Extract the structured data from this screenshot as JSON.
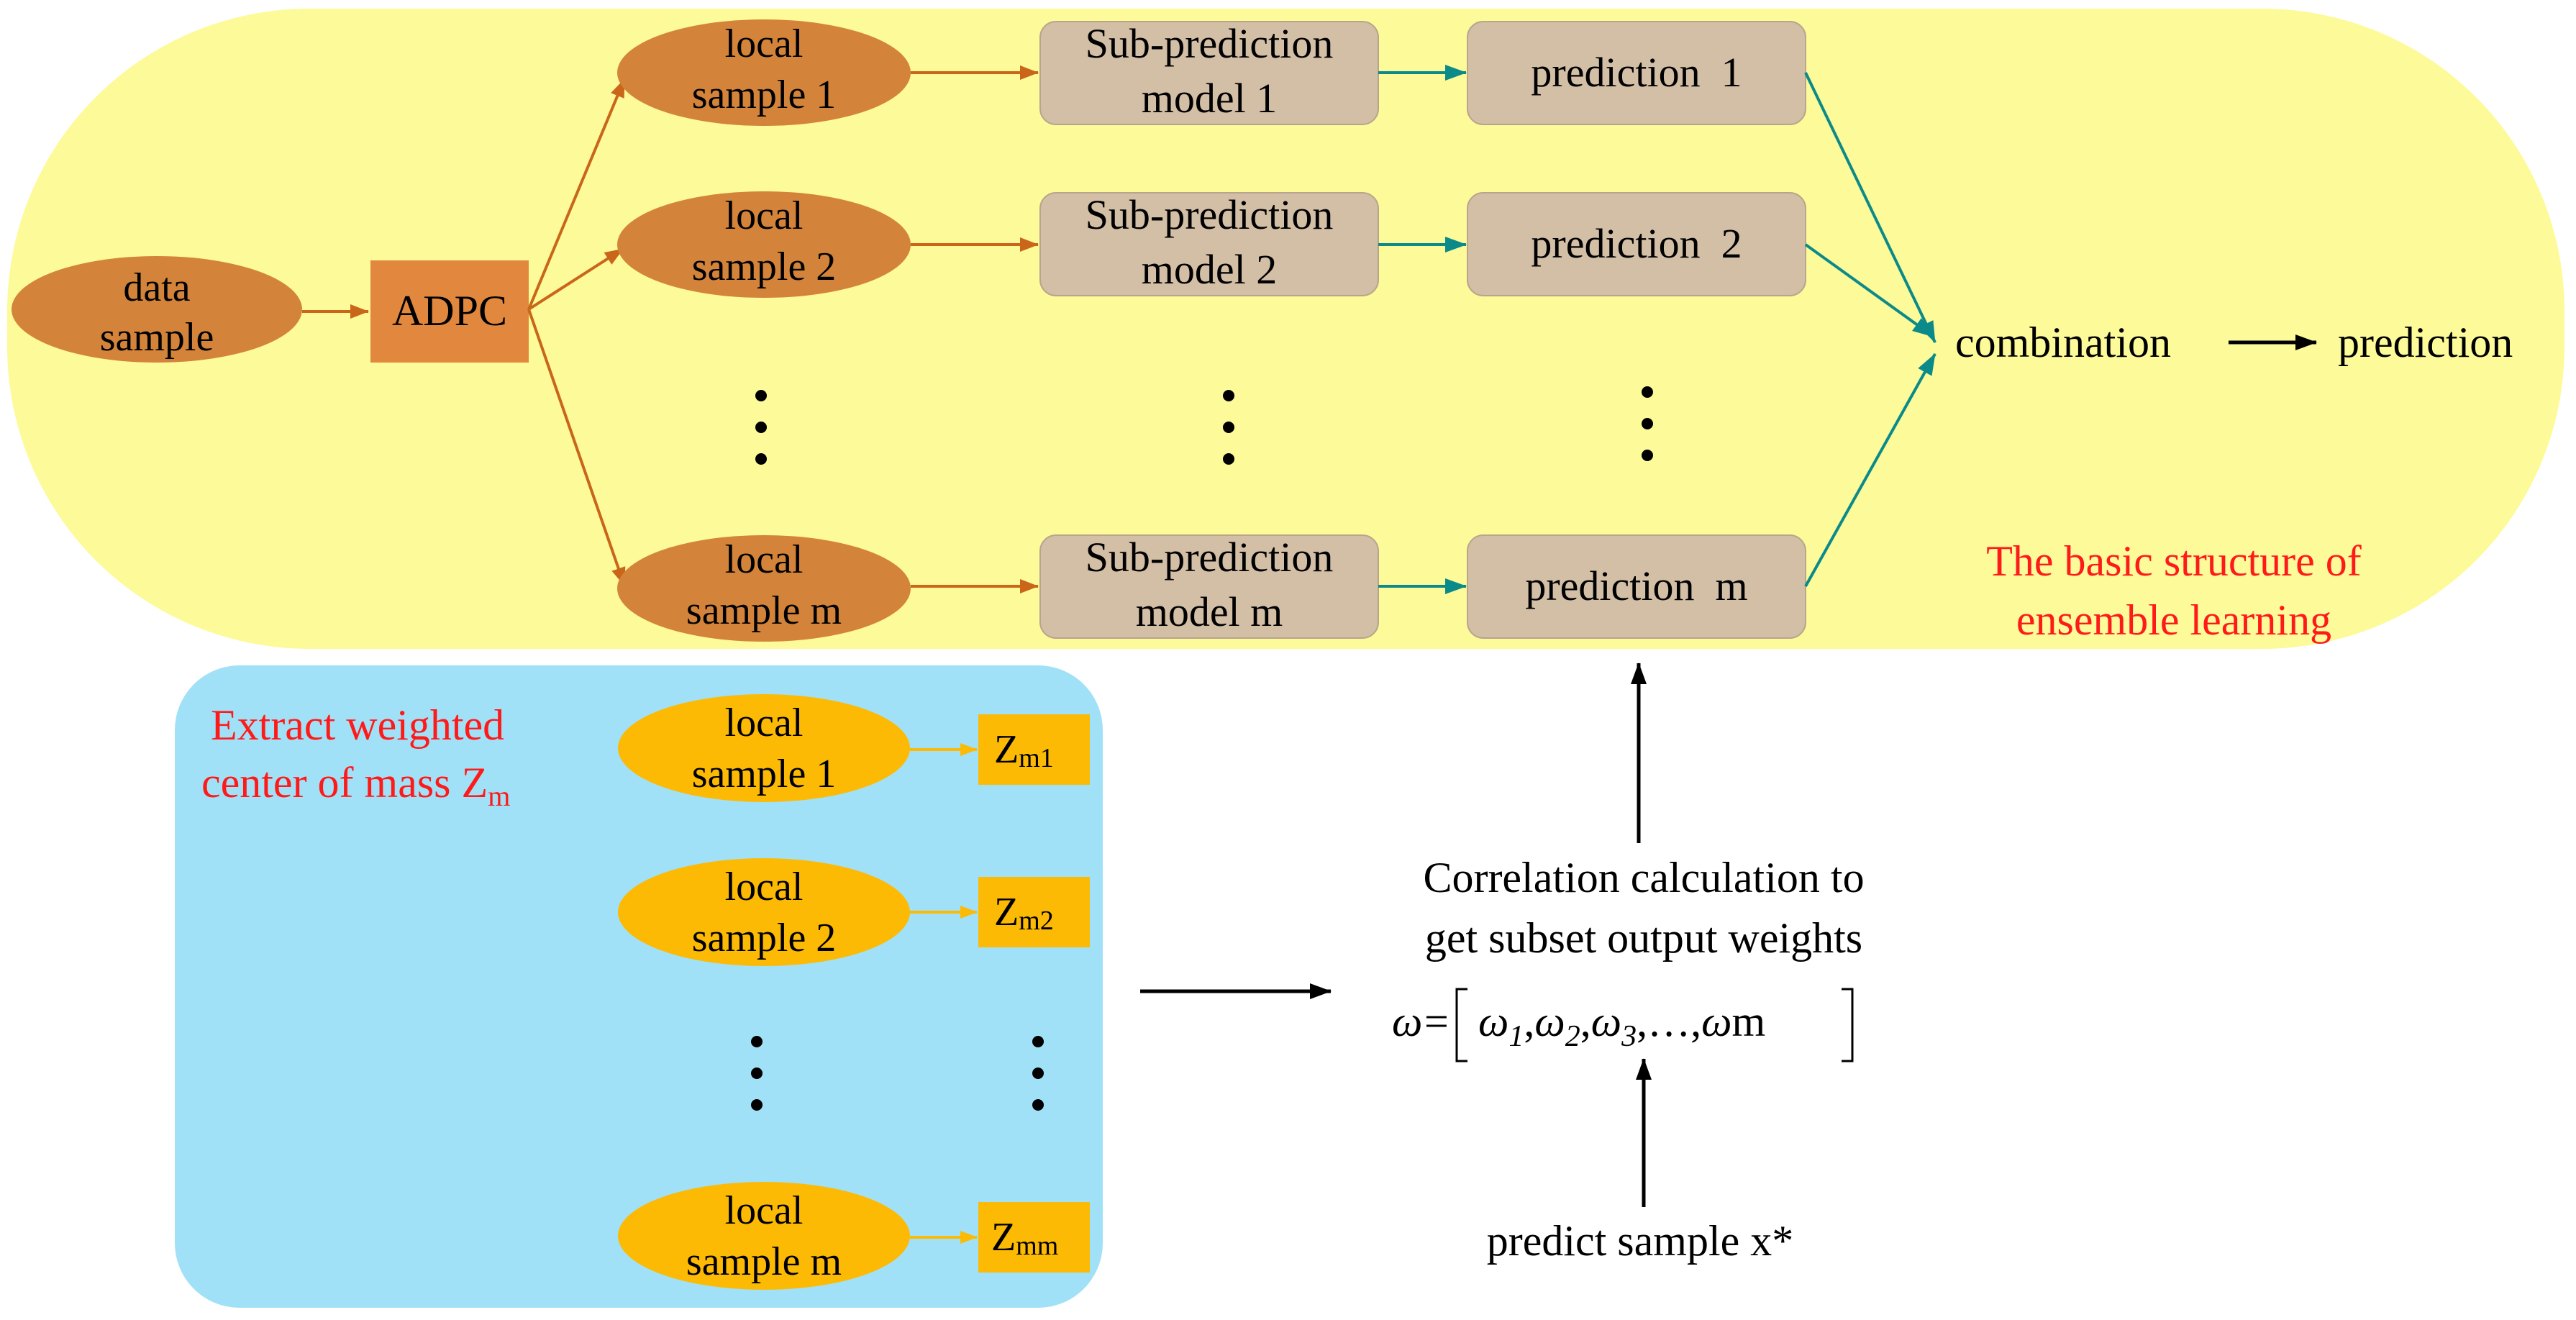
{
  "top_panel": {
    "caption_line1": "The basic structure of",
    "caption_line2": "ensemble learning",
    "data_sample": [
      "data",
      "sample"
    ],
    "adpc": "ADPC",
    "local_samples": [
      {
        "line1": "local",
        "line2": "sample 1"
      },
      {
        "line1": "local",
        "line2": "sample 2"
      },
      {
        "line1": "local",
        "line2": "sample m"
      }
    ],
    "sub_models": [
      {
        "line1": "Sub-prediction",
        "line2": "model 1"
      },
      {
        "line1": "Sub-prediction",
        "line2": "model 2"
      },
      {
        "line1": "Sub-prediction",
        "line2": "model m"
      }
    ],
    "predictions": [
      "prediction  1",
      "prediction  2",
      "prediction  m"
    ],
    "combination": "combination",
    "final_prediction": "prediction"
  },
  "bottom_panel": {
    "title_line1": "Extract weighted",
    "title_line2_prefix": "center of mass Z",
    "title_line2_sub": "m",
    "local_samples": [
      {
        "line1": "local",
        "line2": "sample 1"
      },
      {
        "line1": "local",
        "line2": "sample 2"
      },
      {
        "line1": "local",
        "line2": "sample m"
      }
    ],
    "centers": [
      {
        "base": "Z",
        "sub": "m1"
      },
      {
        "base": "Z",
        "sub": "m2"
      },
      {
        "base": "Z",
        "sub": "mm"
      }
    ]
  },
  "correlation": {
    "line1": "Correlation calculation to",
    "line2": "get subset output weights",
    "formula_lhs": "ω",
    "formula_eq": "=",
    "w1": "ω",
    "w1_sub": "1",
    "w2": "ω",
    "w2_sub": "2",
    "w3": "ω",
    "w3_sub": "3",
    "comma": ",",
    "ellipsis": "…",
    "wm": "ω",
    "wm_sub": "m"
  },
  "predict_sample": "predict sample x*",
  "colors": {
    "top_panel_bg": "#fdfa99",
    "bottom_panel_bg": "#a1e1f7",
    "orange_ellipse": "#d3843a",
    "orange_box": "#e1883e",
    "orange_arrow": "#c9661a",
    "tan_box": "#d3bea6",
    "teal_arrow": "#0b8a8a",
    "gold": "#fcba05",
    "red_text": "#ff1a1a"
  }
}
